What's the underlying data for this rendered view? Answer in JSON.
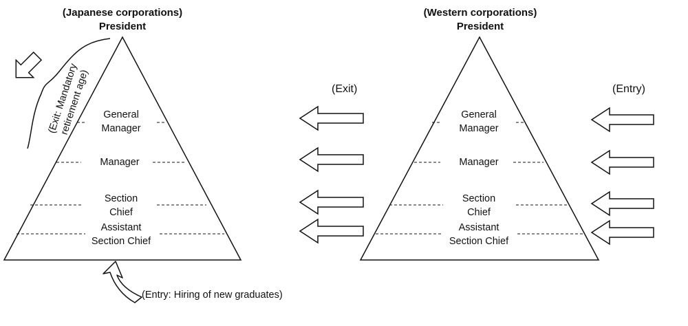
{
  "japanese": {
    "heading": "(Japanese corporations)",
    "top_label": "President",
    "levels": {
      "general_manager": [
        "General",
        "Manager"
      ],
      "manager": "Manager",
      "section_chief": [
        "Section",
        "Chief"
      ],
      "assistant_section_chief": [
        "Assistant",
        "Section Chief"
      ]
    },
    "exit_note": [
      "(Exit: Mandatory",
      "retirement age)"
    ],
    "entry_note": "(Entry: Hiring of new graduates)"
  },
  "western": {
    "heading": "(Western corporations)",
    "top_label": "President",
    "levels": {
      "general_manager": [
        "General",
        "Manager"
      ],
      "manager": "Manager",
      "section_chief": [
        "Section",
        "Chief"
      ],
      "assistant_section_chief": [
        "Assistant",
        "Section Chief"
      ]
    },
    "exit_label": "(Exit)",
    "entry_label": "(Entry)"
  },
  "colors": {
    "line": "#111111",
    "background": "#ffffff"
  }
}
